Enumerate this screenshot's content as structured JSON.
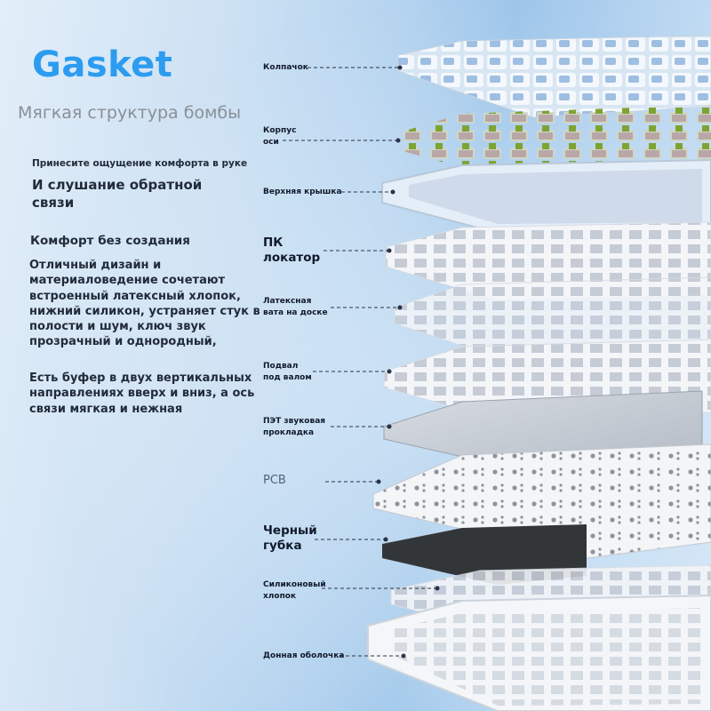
{
  "title": "Gasket",
  "subtitle": "Мягкая структура бомбы",
  "copy": {
    "line1": "Принесите ощущение комфорта в руке",
    "line2": "И слушание обратной связи",
    "line3": "Комфорт без создания",
    "paragraph1": "Отличный дизайн и материаловедение сочетают встроенный латексный хлопок, нижний силикон, устраняет стук в полости и шум, ключ звук прозрачный и однородный,",
    "paragraph2": "Есть буфер в двух вертикальных направлениях вверх и вниз, а ось связи мягкая и нежная"
  },
  "layers": [
    {
      "label": "Колпачок"
    },
    {
      "label": "Корпус\nоси"
    },
    {
      "label": "Верхняя крышка"
    },
    {
      "label": "ПК\nлокатор"
    },
    {
      "label": "Латексная\nвата на доске"
    },
    {
      "label": "Подвал\nпод валом"
    },
    {
      "label": "ПЭТ звуковая\nпрокладка"
    },
    {
      "label": "PCB"
    },
    {
      "label": "Черный\nгубка"
    },
    {
      "label": "Силиконовый\nхлопок"
    },
    {
      "label": "Донная оболочка"
    }
  ],
  "colors": {
    "title": "#2d9cf0",
    "subtitle": "#8a8f97",
    "text": "#222b3a",
    "leader_line": "#2a3346",
    "background_left": "#e2eef9",
    "background_mid": "#9ec6ea",
    "switch_stem": "#7fa332"
  }
}
